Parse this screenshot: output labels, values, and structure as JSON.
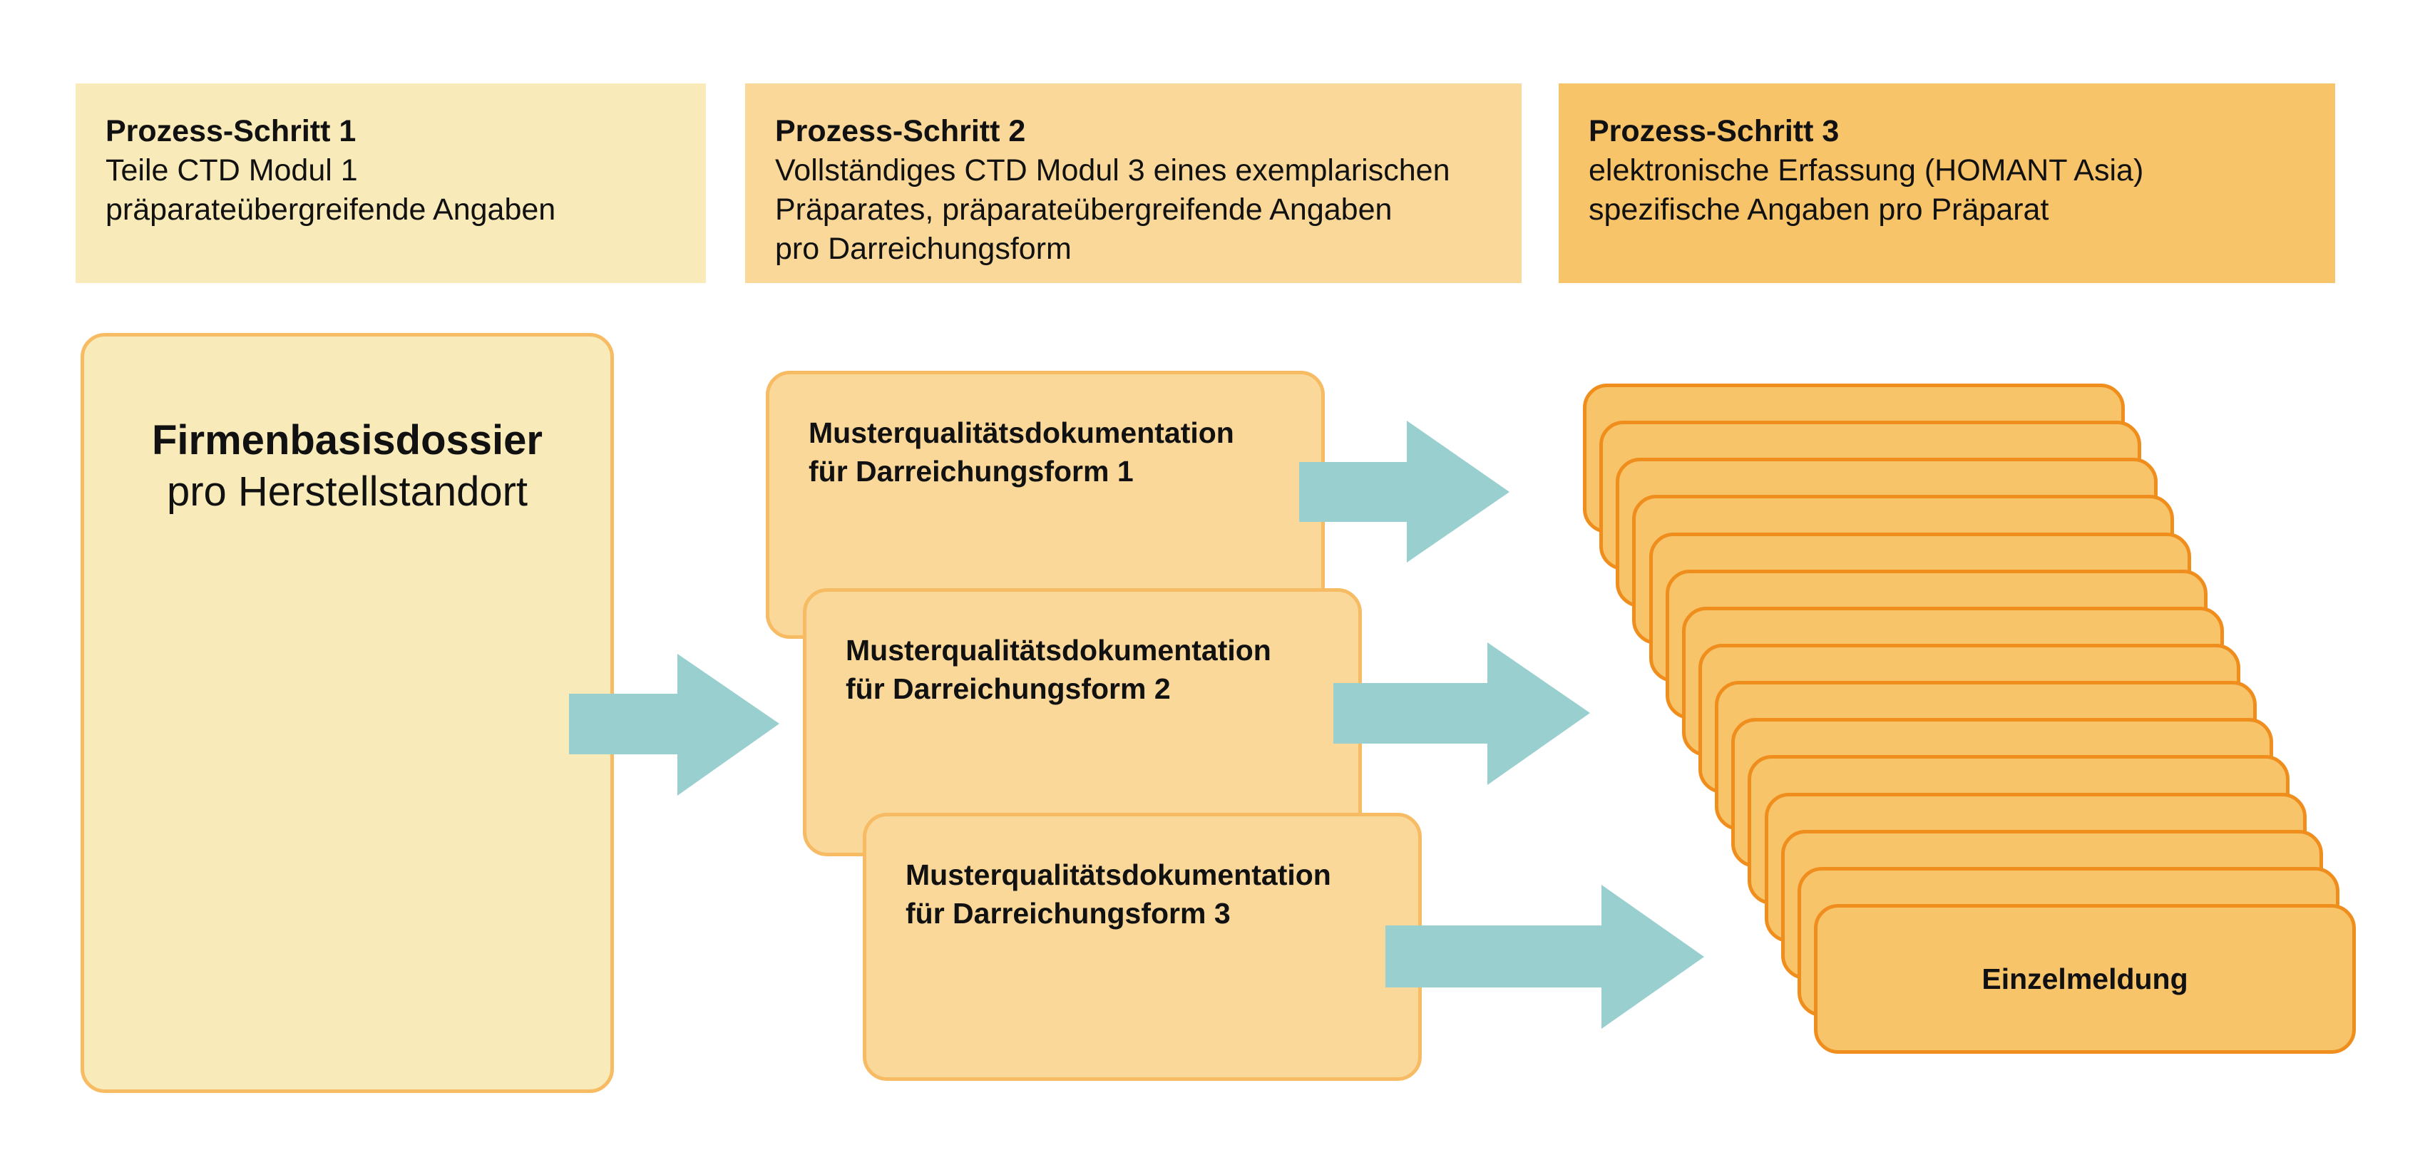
{
  "process_steps": [
    {
      "title": "Prozess-Schritt 1",
      "lines": [
        "Teile CTD Modul 1",
        "präparateübergreifende Angaben"
      ]
    },
    {
      "title": "Prozess-Schritt 2",
      "lines": [
        "Vollständiges CTD Modul 3 eines exemplarischen",
        "Präparates, präparateübergreifende Angaben",
        "pro Darreichungsform"
      ]
    },
    {
      "title": "Prozess-Schritt 3",
      "lines": [
        "elektronische Erfassung (HOMANT Asia)",
        "spezifische Angaben pro Präparat"
      ]
    }
  ],
  "firmenbasisdossier": {
    "title": "Firmenbasisdossier",
    "subtitle": "pro Herstellstandort"
  },
  "muster_docs": [
    {
      "line1": "Musterqualitätsdokumentation",
      "line2": "für Darreichungsform 1"
    },
    {
      "line1": "Musterqualitätsdokumentation",
      "line2": "für Darreichungsform 2"
    },
    {
      "line1": "Musterqualitätsdokumentation",
      "line2": "für Darreichungsform 3"
    }
  ],
  "einzelmeldung": {
    "label": "Einzelmeldung",
    "stack_count": 15
  },
  "colors": {
    "step1": "#f8eab9",
    "step2": "#f9d89a",
    "step3": "#f7c46a",
    "box_border": "#f6bb63",
    "card_border": "#f08e1d",
    "arrow": "#99cfcf"
  }
}
